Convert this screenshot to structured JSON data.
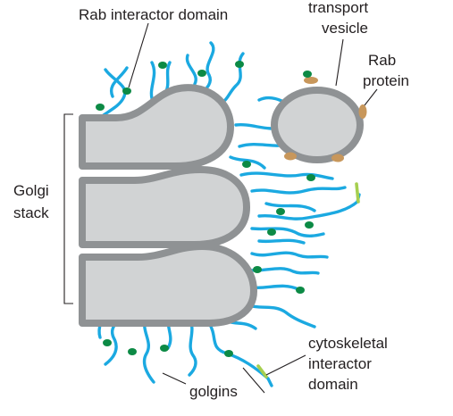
{
  "labels": {
    "rab_interactor": "Rab interactor domain",
    "transport_line1": "transport",
    "transport_line2": "vesicle",
    "rab_line1": "Rab",
    "rab_line2": "protein",
    "golgi_line1": "Golgi",
    "golgi_line2": "stack",
    "cyto_line1": "cytoskeletal",
    "cyto_line2": "interactor",
    "cyto_line3": "domain",
    "golgins": "golgins"
  },
  "colors": {
    "golgin": "#1ba9e1",
    "rab_interactor_domain": "#0c8a45",
    "rab_protein": "#c8975b",
    "cytoskeletal_domain": "#a6cf4f",
    "membrane": "#8f9294",
    "lumen": "#d1d3d4"
  }
}
